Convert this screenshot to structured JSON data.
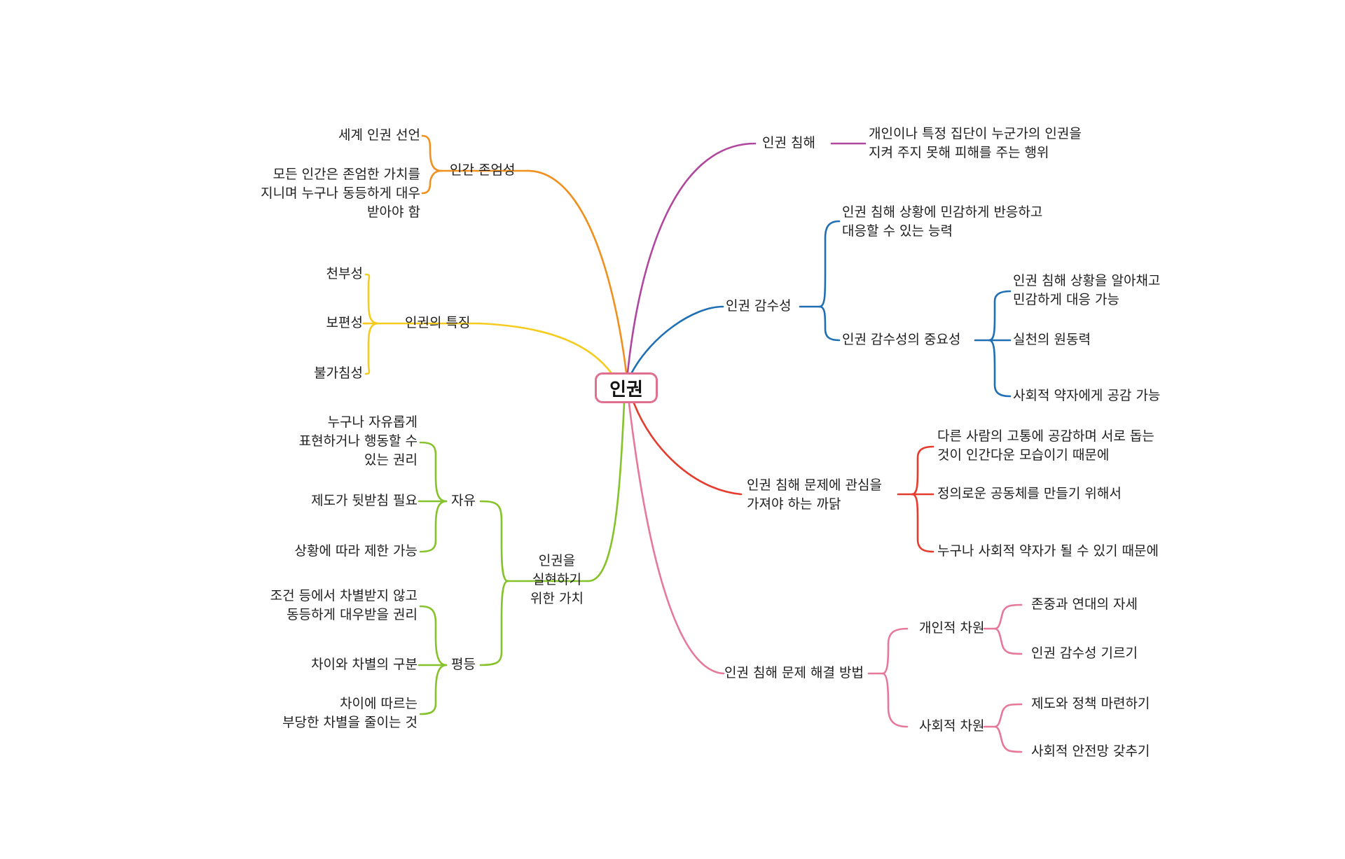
{
  "center": "인권",
  "colors": {
    "orange": "#f0901e",
    "yellow": "#f5cc1e",
    "green": "#86c22a",
    "purple": "#b0479e",
    "blue": "#1f6fb5",
    "red": "#e53c2e",
    "pink": "#e6789a",
    "center_border": "#e0708f"
  },
  "branches": {
    "dignity": {
      "label": "인간 존엄성",
      "items": [
        "세계 인권 선언",
        "모든 인간은 존엄한 가치를\n지니며 누구나 동등하게 대우\n받아야 함"
      ]
    },
    "features": {
      "label": "인권의 특징",
      "items": [
        "천부성",
        "보편성",
        "불가침성"
      ]
    },
    "values": {
      "label": "인권을\n실현하기\n위한 가치",
      "freedom": {
        "label": "자유",
        "items": [
          "누구나 자유롭게\n표현하거나 행동할 수\n있는 권리",
          "제도가 뒷받침 필요",
          "상황에 따라 제한 가능"
        ]
      },
      "equality": {
        "label": "평등",
        "items": [
          "조건 등에서 차별받지 않고\n동등하게 대우받을 권리",
          "차이와 차별의 구분",
          "차이에 따르는\n부당한 차별을 줄이는 것"
        ]
      }
    },
    "violation": {
      "label": "인권 침해",
      "desc": "개인이나 특정 집단이 누군가의 인권을\n지켜 주지 못해 피해를 주는 행위"
    },
    "sensitivity": {
      "label": "인권 감수성",
      "desc": "인권 침해 상황에 민감하게 반응하고\n대응할 수 있는 능력",
      "importance": {
        "label": "인권 감수성의 중요성",
        "items": [
          "인권 침해 상황을 알아채고\n민감하게 대응 가능",
          "실천의 원동력",
          "사회적 약자에게 공감 가능"
        ]
      }
    },
    "concern": {
      "label": "인권 침해 문제에 관심을\n가져야 하는 까닭",
      "items": [
        "다른 사람의 고통에 공감하며 서로 돕는\n것이 인간다운 모습이기 때문에",
        "정의로운 공동체를 만들기 위해서",
        "누구나 사회적 약자가 될 수 있기 때문에"
      ]
    },
    "solution": {
      "label": "인권 침해 문제 해결 방법",
      "personal": {
        "label": "개인적 차원",
        "items": [
          "존중과 연대의 자세",
          "인권 감수성 기르기"
        ]
      },
      "social": {
        "label": "사회적 차원",
        "items": [
          "제도와 정책 마련하기",
          "사회적 안전망 갖추기"
        ]
      }
    }
  }
}
